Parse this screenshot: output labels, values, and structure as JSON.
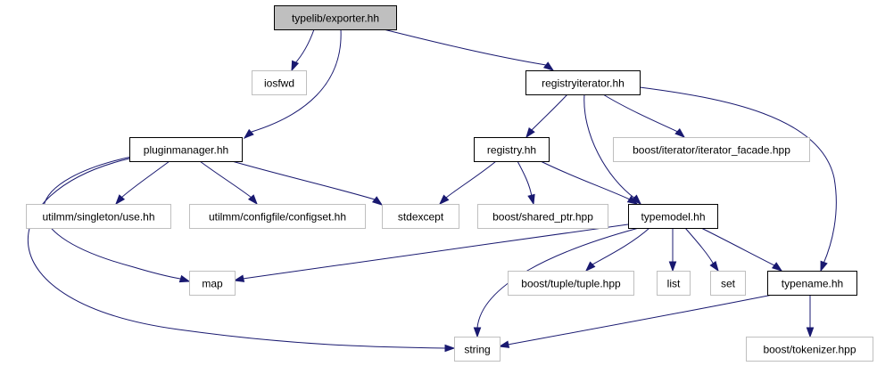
{
  "graph": {
    "colors": {
      "edge": "#191970",
      "focus_fill": "#bfbfbf",
      "focus_stroke": "#000000",
      "project_stroke": "#000000",
      "external_stroke": "#bfbfbf",
      "fill": "#ffffff"
    },
    "nodes": [
      {
        "id": "exporter",
        "label": "typelib/exporter.hh",
        "kind": "focus"
      },
      {
        "id": "iosfwd",
        "label": "iosfwd",
        "kind": "external"
      },
      {
        "id": "registryiterator",
        "label": "registryiterator.hh",
        "kind": "project"
      },
      {
        "id": "pluginmanager",
        "label": "pluginmanager.hh",
        "kind": "project"
      },
      {
        "id": "registry",
        "label": "registry.hh",
        "kind": "project"
      },
      {
        "id": "iterator_facade",
        "label": "boost/iterator/iterator_facade.hpp",
        "kind": "external"
      },
      {
        "id": "singleton",
        "label": "utilmm/singleton/use.hh",
        "kind": "external"
      },
      {
        "id": "configset",
        "label": "utilmm/configfile/configset.hh",
        "kind": "external"
      },
      {
        "id": "stdexcept",
        "label": "stdexcept",
        "kind": "external"
      },
      {
        "id": "shared_ptr",
        "label": "boost/shared_ptr.hpp",
        "kind": "external"
      },
      {
        "id": "typemodel",
        "label": "typemodel.hh",
        "kind": "project"
      },
      {
        "id": "map",
        "label": "map",
        "kind": "external"
      },
      {
        "id": "tuple",
        "label": "boost/tuple/tuple.hpp",
        "kind": "external"
      },
      {
        "id": "list",
        "label": "list",
        "kind": "external"
      },
      {
        "id": "set",
        "label": "set",
        "kind": "external"
      },
      {
        "id": "typename",
        "label": "typename.hh",
        "kind": "project"
      },
      {
        "id": "string",
        "label": "string",
        "kind": "external"
      },
      {
        "id": "tokenizer",
        "label": "boost/tokenizer.hpp",
        "kind": "external"
      }
    ],
    "edges": [
      {
        "from": "exporter",
        "to": "iosfwd"
      },
      {
        "from": "exporter",
        "to": "registryiterator"
      },
      {
        "from": "exporter",
        "to": "pluginmanager"
      },
      {
        "from": "registryiterator",
        "to": "registry"
      },
      {
        "from": "registryiterator",
        "to": "iterator_facade"
      },
      {
        "from": "registryiterator",
        "to": "typemodel"
      },
      {
        "from": "registryiterator",
        "to": "typename"
      },
      {
        "from": "pluginmanager",
        "to": "singleton"
      },
      {
        "from": "pluginmanager",
        "to": "configset"
      },
      {
        "from": "pluginmanager",
        "to": "stdexcept"
      },
      {
        "from": "pluginmanager",
        "to": "map"
      },
      {
        "from": "pluginmanager",
        "to": "string"
      },
      {
        "from": "registry",
        "to": "stdexcept"
      },
      {
        "from": "registry",
        "to": "shared_ptr"
      },
      {
        "from": "registry",
        "to": "typemodel"
      },
      {
        "from": "typemodel",
        "to": "map"
      },
      {
        "from": "typemodel",
        "to": "tuple"
      },
      {
        "from": "typemodel",
        "to": "list"
      },
      {
        "from": "typemodel",
        "to": "set"
      },
      {
        "from": "typemodel",
        "to": "typename"
      },
      {
        "from": "typemodel",
        "to": "string"
      },
      {
        "from": "typename",
        "to": "string"
      },
      {
        "from": "typename",
        "to": "tokenizer"
      }
    ]
  }
}
